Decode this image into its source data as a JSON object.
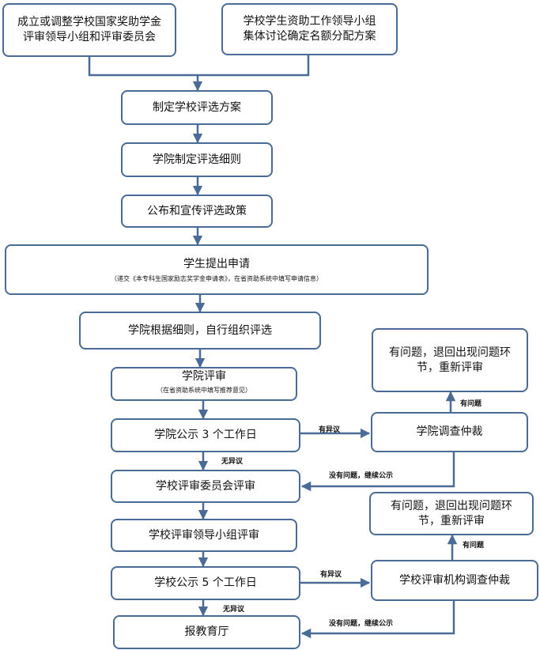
{
  "nodes": {
    "establish_committee": "成立或调整学校国家奖助学金评审领导小组和评审委员会",
    "quota_allocation": "学校学生资助工作领导小组集体讨论确定名额分配方案",
    "school_plan": "制定学校评选方案",
    "college_rules": "学院制定评选细则",
    "publicize_policy": "公布和宣传评选政策",
    "student_apply": "学生提出申请",
    "student_apply_note": "（递交《本专科生国家励志奖学金申请表》，在省资助系统中填写申请信息）",
    "college_select": "学院根据细则，自行组织评选",
    "college_review": "学院评审",
    "college_review_note": "（在省资助系统中填写推荐意见）",
    "college_notice": "学院公示 3 个工作日",
    "school_committee_review": "学校评审委员会评审",
    "school_leader_review": "学校评审领导小组评审",
    "school_notice": "学校公示 5 个工作日",
    "report": "报教育厅",
    "college_arbitration": "学院调查仲裁",
    "problem_return_1": "有问题，退回出现问题环节，重新评审",
    "school_arbitration": "学校评审机构调查仲裁",
    "problem_return_2": "有问题，退回出现问题环节，重新评审"
  },
  "labels": {
    "objection_1": "有异议",
    "no_objection_1": "无异议",
    "has_problem_1": "有问题",
    "no_problem_1": "没有问题，继续公示",
    "objection_2": "有异议",
    "no_objection_2": "无异议",
    "has_problem_2": "有问题",
    "no_problem_2": "没有问题，继续公示"
  },
  "colors": {
    "border": "#4a6b96",
    "arrow": "#4a6b96"
  }
}
